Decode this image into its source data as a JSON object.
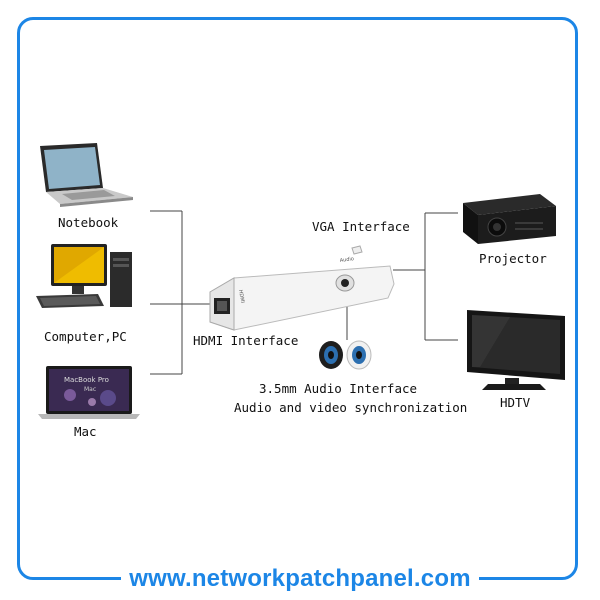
{
  "labels": {
    "notebook": "Notebook",
    "computer": "Computer,PC",
    "mac": "Mac",
    "hdmi": "HDMI Interface",
    "vga": "VGA Interface",
    "audio": "3.5mm Audio Interface",
    "sync": "Audio and video synchronization",
    "projector": "Projector",
    "hdtv": "HDTV"
  },
  "screen_text": {
    "macbook_line1": "MacBook Pro",
    "macbook_line2": "Mac"
  },
  "device_text": {
    "hdmi_port": "HDMI",
    "audio_port": "Audio"
  },
  "website": "www.networkpatchpanel.com",
  "colors": {
    "frame": "#1c86e6",
    "website": "#1c86e6",
    "lines": "#444444"
  },
  "icons": [
    "laptop-icon",
    "desktop-pc-icon",
    "macbook-icon",
    "hdmi-vga-adapter-icon",
    "speakers-icon",
    "projector-icon",
    "hdtv-icon"
  ]
}
